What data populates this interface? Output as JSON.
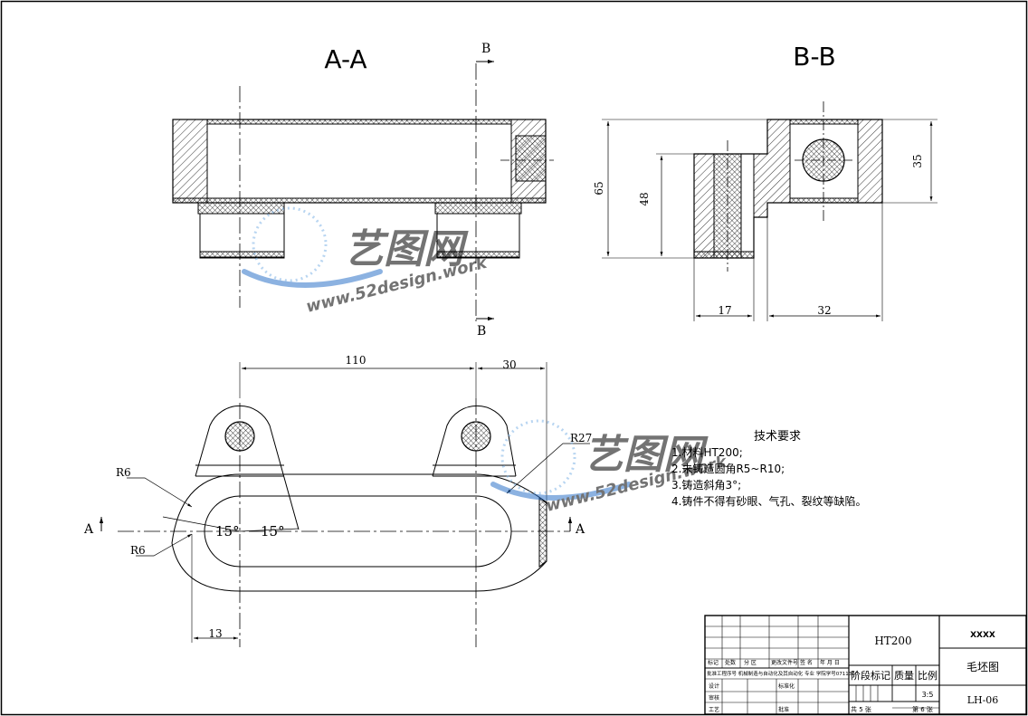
{
  "section_labels": {
    "aa": "A-A",
    "bb": "B-B"
  },
  "cut_letters": {
    "b_top": "B",
    "b_bottom": "B",
    "a_left": "A",
    "a_right": "A"
  },
  "dimensions": {
    "d65": "65",
    "d48": "48",
    "d35": "35",
    "d17": "17",
    "d32": "32",
    "d110": "110",
    "d30": "30",
    "d13": "13",
    "r6_upper": "R6",
    "r6_lower": "R6",
    "r27": "R27",
    "ang_left": "15°",
    "ang_right": "15°"
  },
  "tech_requirements": {
    "title": "技术要求",
    "items": [
      "1.材料HT200;",
      "2.未铸造圆角R5~R10;",
      "3.铸造斜角3°;",
      "4.铸件不得有砂眼、气孔、裂纹等缺陷。"
    ]
  },
  "title_block": {
    "material": "HT200",
    "company": "XXXX",
    "part_name": "毛坯图",
    "drawing_no": "LH-06",
    "stage_mark": "阶段标记",
    "mass": "质量",
    "scale_label": "比例",
    "scale": "3:5",
    "total_sheets": "共 5 张",
    "sheet_no": "第 6 张",
    "hdr_mark": "标记",
    "hdr_count": "处数",
    "hdr_zone": "分 区",
    "hdr_change_doc": "更改文件号",
    "hdr_sign": "签 名",
    "hdr_date": "年 月 日",
    "design": "设计",
    "standard": "标准化",
    "review": "审核",
    "craft": "工艺",
    "approve": "批准",
    "lineinfo": "批准工程序号 机械制造与自动化及其自动化 专业 学院学号0711310"
  },
  "watermark": {
    "brand": "艺图网",
    "url": "www.52design.work"
  }
}
